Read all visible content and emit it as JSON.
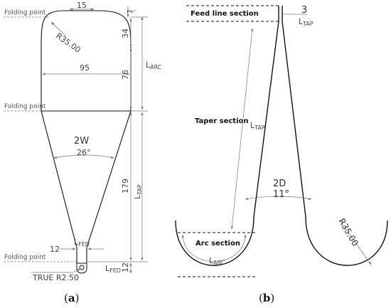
{
  "panel_a": {
    "caption_open": "(",
    "caption_letter": "a",
    "caption_close": ")",
    "folding_point_label": "Folding point",
    "dim_top_width": "15",
    "dim_top_seven": "7",
    "dim_radius": "R35.00",
    "dim_thirty_four": "34",
    "dim_ninety_five": "95",
    "dim_seventy_six": "76",
    "l_arc_main": "L",
    "l_arc_sub": "ARC",
    "dim_two_w": "2W",
    "dim_angle": "26°",
    "dim_one_seven_nine": "179",
    "l_tap_main": "L",
    "l_tap_sub": "TAP",
    "dim_twelve_left": "12",
    "l_fed_main": "L",
    "l_fed_sub": "FED",
    "dim_twelve_right": "12",
    "true_radius": "TRUE R2.50"
  },
  "panel_b": {
    "caption_open": "(",
    "caption_letter": "b",
    "caption_close": ")",
    "feed_line_section": "Feed line section",
    "taper_section": "Taper section",
    "arc_section": "Arc section",
    "dim_three": "3",
    "l_tap_main": "L",
    "l_tap_sub": "TAP",
    "l_arc_main": "L",
    "l_arc_sub": "ARC",
    "dim_two_d": "2D",
    "dim_angle": "11°",
    "dim_radius": "R35.00"
  },
  "colors": {
    "outline": "#111111",
    "dimension": "#777777",
    "text": "#333333"
  }
}
